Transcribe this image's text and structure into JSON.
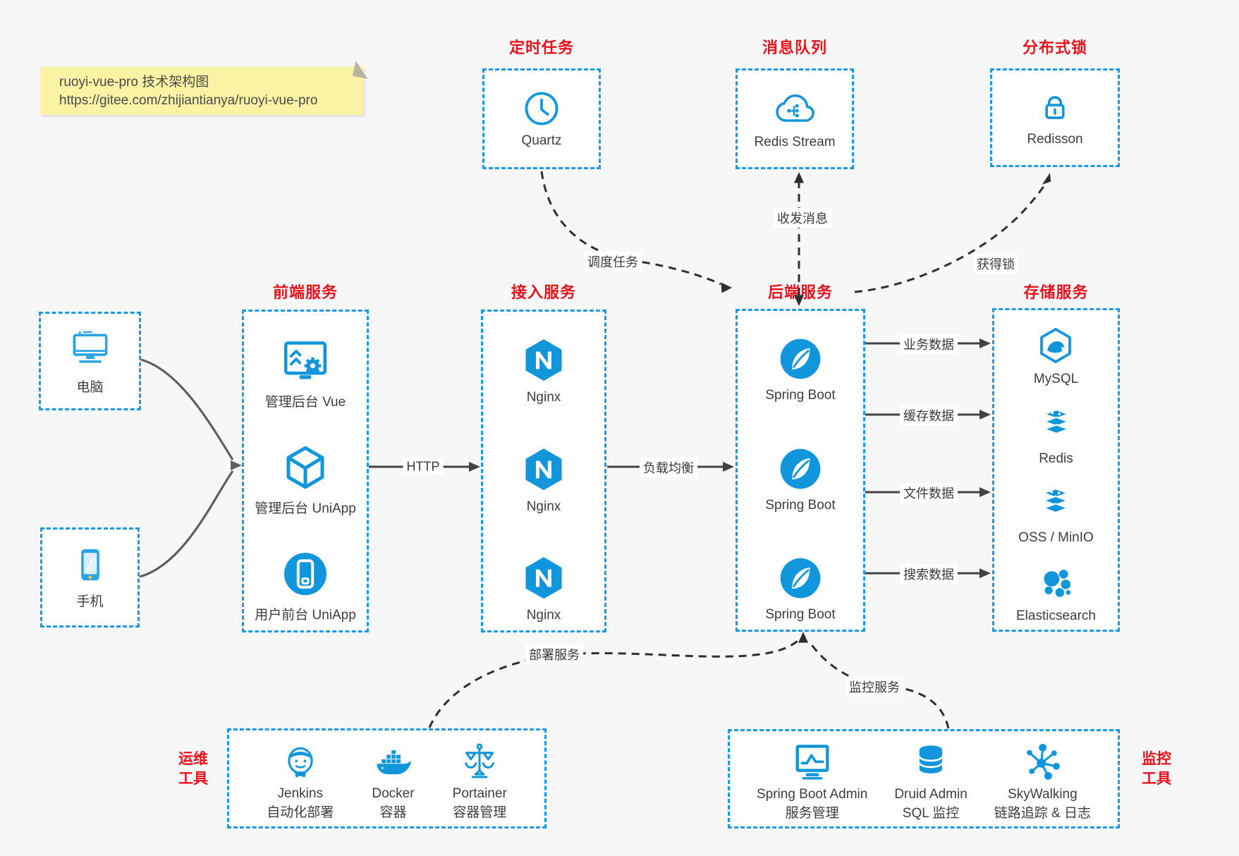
{
  "note": {
    "line1": "ruoyi-vue-pro 技术架构图",
    "line2": "https://gitee.com/zhijiantianya/ruoyi-vue-pro"
  },
  "colors": {
    "accent_blue": "#1296db",
    "border_blue": "#1b99e8",
    "title_red": "#e9131d",
    "canvas_bg": "#f7f7f8",
    "note_bg": "#fbf3a4"
  },
  "top_groups": [
    {
      "title": "定时任务",
      "items": [
        {
          "icon": "clock-icon",
          "label": "Quartz"
        }
      ]
    },
    {
      "title": "消息队列",
      "items": [
        {
          "icon": "cloud-stream-icon",
          "label": "Redis Stream"
        }
      ]
    },
    {
      "title": "分布式锁",
      "items": [
        {
          "icon": "lock-icon",
          "label": "Redisson"
        }
      ]
    }
  ],
  "clients": [
    {
      "icon": "desktop-icon",
      "label": "电脑"
    },
    {
      "icon": "mobile-icon",
      "label": "手机"
    }
  ],
  "columns": [
    {
      "title": "前端服务",
      "items": [
        {
          "icon": "admin-vue-icon",
          "label": "管理后台 Vue"
        },
        {
          "icon": "uniapp-cube-icon",
          "label": "管理后台 UniApp"
        },
        {
          "icon": "user-app-icon",
          "label": "用户前台 UniApp"
        }
      ]
    },
    {
      "title": "接入服务",
      "items": [
        {
          "icon": "nginx-icon",
          "label": "Nginx"
        },
        {
          "icon": "nginx-icon",
          "label": "Nginx"
        },
        {
          "icon": "nginx-icon",
          "label": "Nginx"
        }
      ]
    },
    {
      "title": "后端服务",
      "items": [
        {
          "icon": "spring-boot-icon",
          "label": "Spring Boot"
        },
        {
          "icon": "spring-boot-icon",
          "label": "Spring Boot"
        },
        {
          "icon": "spring-boot-icon",
          "label": "Spring Boot"
        }
      ]
    },
    {
      "title": "存储服务",
      "items": [
        {
          "icon": "mysql-icon",
          "label": "MySQL"
        },
        {
          "icon": "redis-icon",
          "label": "Redis"
        },
        {
          "icon": "oss-minio-icon",
          "label": "OSS / MinIO"
        },
        {
          "icon": "elasticsearch-icon",
          "label": "Elasticsearch"
        }
      ]
    }
  ],
  "bottom_groups": [
    {
      "side_label": [
        "运维",
        "工具"
      ],
      "items": [
        {
          "icon": "jenkins-icon",
          "label": "Jenkins",
          "sublabel": "自动化部署"
        },
        {
          "icon": "docker-icon",
          "label": "Docker",
          "sublabel": "容器"
        },
        {
          "icon": "portainer-icon",
          "label": "Portainer",
          "sublabel": "容器管理"
        }
      ]
    },
    {
      "side_label": [
        "监控",
        "工具"
      ],
      "items": [
        {
          "icon": "spring-boot-admin-icon",
          "label": "Spring Boot Admin",
          "sublabel": "服务管理"
        },
        {
          "icon": "druid-icon",
          "label": "Druid Admin",
          "sublabel": "SQL 监控"
        },
        {
          "icon": "skywalking-icon",
          "label": "SkyWalking",
          "sublabel": "链路追踪 & 日志"
        }
      ]
    }
  ],
  "edges": {
    "http": "HTTP",
    "load_balance": "负载均衡",
    "business_data": "业务数据",
    "cache_data": "缓存数据",
    "file_data": "文件数据",
    "search_data": "搜索数据",
    "schedule_task": "调度任务",
    "send_receive_messages": "收发消息",
    "acquire_lock": "获得锁",
    "deploy_service": "部署服务",
    "monitor_service": "监控服务"
  }
}
